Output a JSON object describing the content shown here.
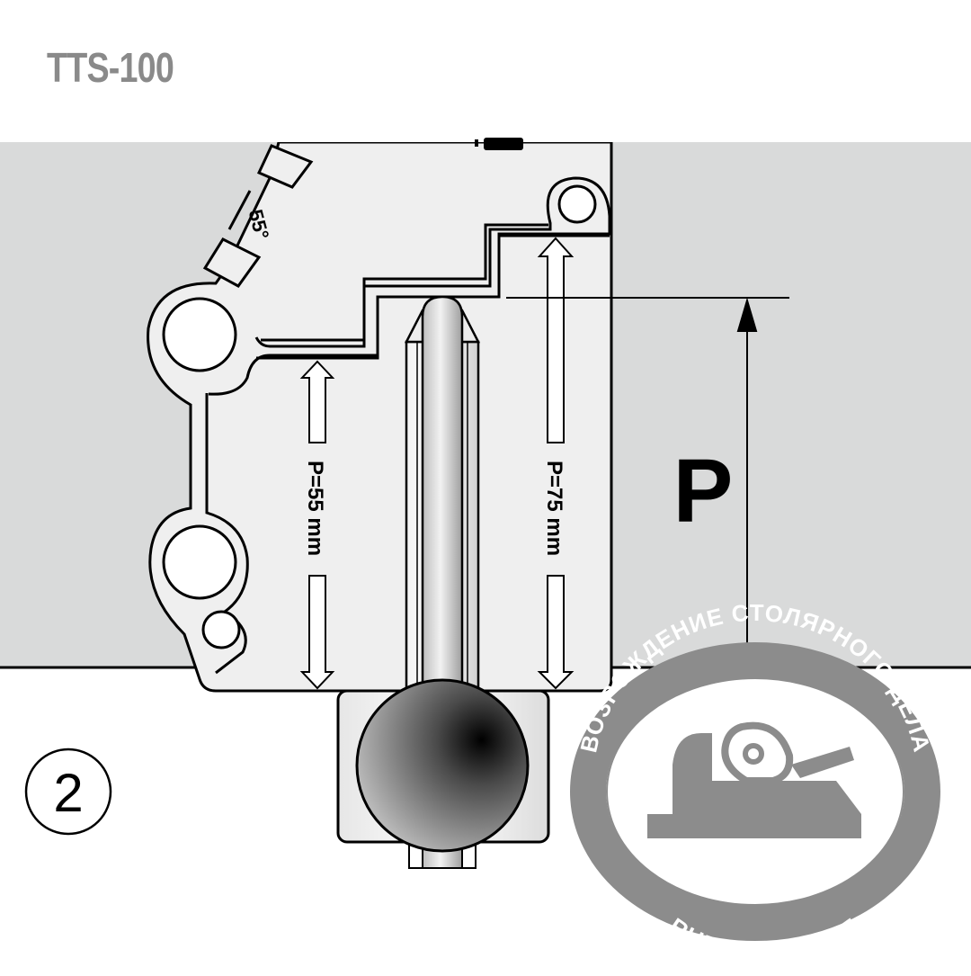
{
  "title": "TTS-100",
  "step_number": "2",
  "angle_label": "55°",
  "dim_left": "P=55 mm",
  "dim_right": "P=75 mm",
  "dim_main": "P",
  "watermark": {
    "top_text": "ВОЗРОЖДЕНИЕ СТОЛЯРНОГО ДЕЛА",
    "bottom_text": "RUBANKOV.NET"
  },
  "colors": {
    "title": "#8a8a8a",
    "board": "#d9dada",
    "jig": "#efefef",
    "outline": "#000000",
    "watermark": "#8c8c8c"
  }
}
